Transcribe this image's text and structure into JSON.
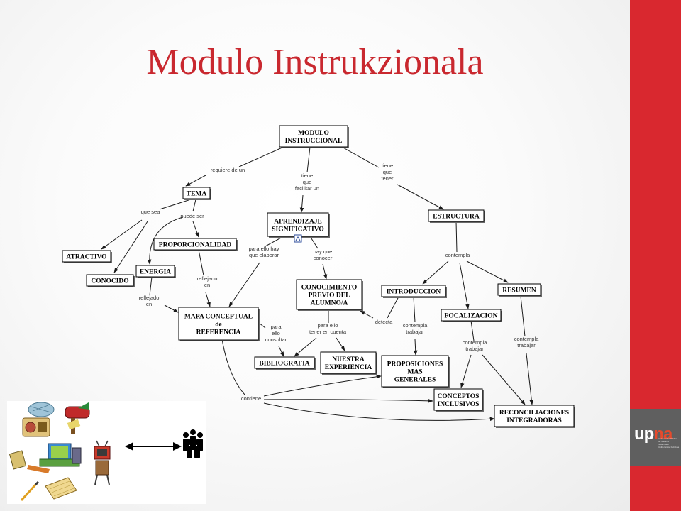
{
  "slide": {
    "title": "Modulo Instrukzionala",
    "accent_color": "#d9282f",
    "title_color": "#c9282f"
  },
  "logo": {
    "text_main": "up",
    "text_accent": "na",
    "subtitle": "Universidad Pública de Navarra · Nafarroako Unibertsitate Publikoa"
  },
  "concept_map": {
    "nodes": {
      "modulo": [
        "MODULO",
        "INSTRUCCIONAL"
      ],
      "tema": [
        "TEMA"
      ],
      "aprendizaje": [
        "APRENDIZAJE",
        "SIGNIFICATIVO"
      ],
      "estructura": [
        "ESTRUCTURA"
      ],
      "atractivo": [
        "ATRACTIVO"
      ],
      "conocido": [
        "CONOCIDO"
      ],
      "proporcionalidad": [
        "PROPORCIONALIDAD"
      ],
      "energia": [
        "ENERGIA"
      ],
      "mapa": [
        "MAPA CONCEPTUAL",
        "de",
        "REFERENCIA"
      ],
      "conocimiento": [
        "CONOCIMIENTO",
        "PREVIO DEL",
        "ALUMNO/A"
      ],
      "introduccion": [
        "INTRODUCCION"
      ],
      "resumen": [
        "RESUMEN"
      ],
      "focalizacion": [
        "FOCALIZACION"
      ],
      "bibliografia": [
        "BIBLIOGRAFIA"
      ],
      "nuestra": [
        "NUESTRA",
        "EXPERIENCIA"
      ],
      "proposiciones": [
        "PROPOSICIONES",
        "MAS",
        "GENERALES"
      ],
      "conceptos": [
        "CONCEPTOS",
        "INCLUSIVOS"
      ],
      "reconciliaciones": [
        "RECONCILIACIONES",
        "INTEGRADORAS"
      ]
    },
    "links": {
      "requiere": [
        "requiere de un"
      ],
      "tiene_facilitar": [
        "tiene",
        "que",
        "facilitar un"
      ],
      "tiene_tener": [
        "tiene",
        "que",
        "tener"
      ],
      "que_sea": [
        "que sea"
      ],
      "puede_ser": [
        "puede ser"
      ],
      "para_elaborar": [
        "para ello hay",
        "que elaborar"
      ],
      "hay_conocer": [
        "hay que",
        "conocer"
      ],
      "contempla_top": [
        "contempla"
      ],
      "reflejado1": [
        "reflejado",
        "en"
      ],
      "reflejado2": [
        "reflejado",
        "en"
      ],
      "para_consultar": [
        "para",
        "ello",
        "consultar"
      ],
      "para_tener": [
        "para ello",
        "tener en cuenta"
      ],
      "detecta": [
        "detecta"
      ],
      "contempla_trabajar1": [
        "contempla",
        "trabajar"
      ],
      "contempla_trabajar2": [
        "contempla",
        "trabajar"
      ],
      "contempla_trabajar3": [
        "contempla",
        "trabajar"
      ],
      "contiene": [
        "contiene"
      ]
    }
  },
  "clip_art": {
    "icons": [
      "radio-icon",
      "mailbox-icon",
      "computer-icon",
      "robot-icon",
      "notepad-icon",
      "pencil-icon",
      "double-arrow-icon",
      "people-group-icon"
    ]
  }
}
